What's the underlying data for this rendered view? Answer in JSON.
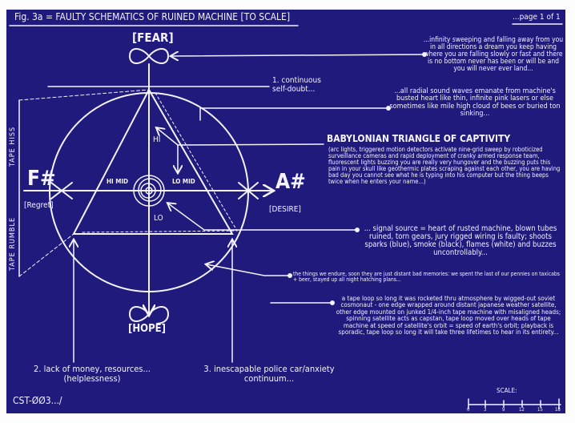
{
  "header": {
    "title": "Fig. 3a = FAULTY SCHEMATICS OF RUINED MACHINE [TO SCALE]",
    "page": "...page 1 of 1"
  },
  "diagram": {
    "top_label": "[FEAR]",
    "bottom_label": "[HOPE]",
    "left_note": "F#",
    "left_label": "[Regret]",
    "right_note": "A#",
    "right_label": "[DESIRE]",
    "hi": "HI",
    "hi_mid": "HI MID",
    "lo_mid": "LO MID",
    "lo": "LO",
    "tape_hiss": "TAPE HISS",
    "tape_rumble": "TAPE RUMBLE"
  },
  "annotations": {
    "infinity": "...infinity sweeping and falling away from you in all directions a dream you keep having where you are falling slowly or fast and there is no bottom never has been or will be and you will never ever land...",
    "self_doubt": "1. continuous self-doubt...",
    "radial_sound": "...all radial sound waves emanate from machine's busted heart like thin, infinite pink lasers or else sometimes like mile high cloud of bees or buried ton sinking...",
    "triangle_title": "BABYLONIAN TRIANGLE OF CAPTIVITY",
    "triangle_text": "(arc lights, triggered motion detectors activate nine-grid sweep by roboticized surveillance cameras and rapid deployment of cranky armed response team, fluorescent lights buzzing you are really very hungover and the buzzing puts this pain in your skull like geothermic plates scraping against each other, you are having bad day you cannot see what he is typing into his computer but the thing beeps twice when he enters your name...)",
    "signal_source": "... signal source = heart of rusted machine, blown tubes ruined, torn gears, jury rigged wiring is faulty; shoots sparks (blue), smoke (black), flames (white) and buzzes uncontrollably...",
    "things_endure": "the things we endure, soon they are just distant bad memories: we spent the last of our pennies on taxicabs + beer, stayed up all night hatching plans...",
    "tape_loop": "a tape loop so long it was rocketed thru atmosphere by wigged-out soviet cosmonaut - one edge wrapped around distant japanese weather satellite, other edge mounted on junked 1/4-inch tape machine with misaligned heads; spinning satellite acts as capstan, tape loop moved over heads of tape machine at speed of satellite's orbit = speed of earth's orbit; playback is sporadic, tape loop so long it will take three lifetimes to hear in its entirety...",
    "lack_of_money": "2. lack of money, resources... (helplessness)",
    "police_car": "3. inescapable police car/anxiety continuum..."
  },
  "footer": {
    "code": "CST-ØØ3.../",
    "scale_label": "SCALE:",
    "scale_ticks": [
      "0",
      "3",
      "9",
      "12",
      "15",
      "18"
    ]
  },
  "colors": {
    "background": "#201a7c",
    "ink": "#f4f2ff"
  }
}
